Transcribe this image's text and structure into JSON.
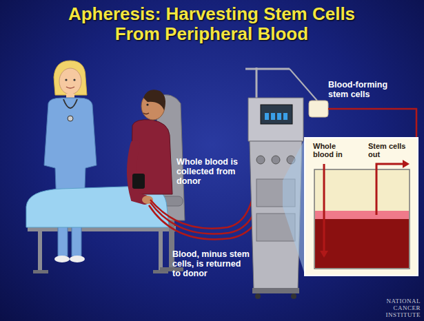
{
  "diagram": {
    "title": "Apheresis: Harvesting Stem Cells From Peripheral Blood",
    "nodes": [
      {
        "text": [
          "Whole blood in",
          "Stem cells out"
        ]
      }
    ],
    "labels": [
      "Blood-forming stem cells",
      "Whole blood is collected from donor",
      "Blood, minus stem cells, is returned to donor",
      "NATIONAL CANCER INSTITUTE"
    ]
  }
}
